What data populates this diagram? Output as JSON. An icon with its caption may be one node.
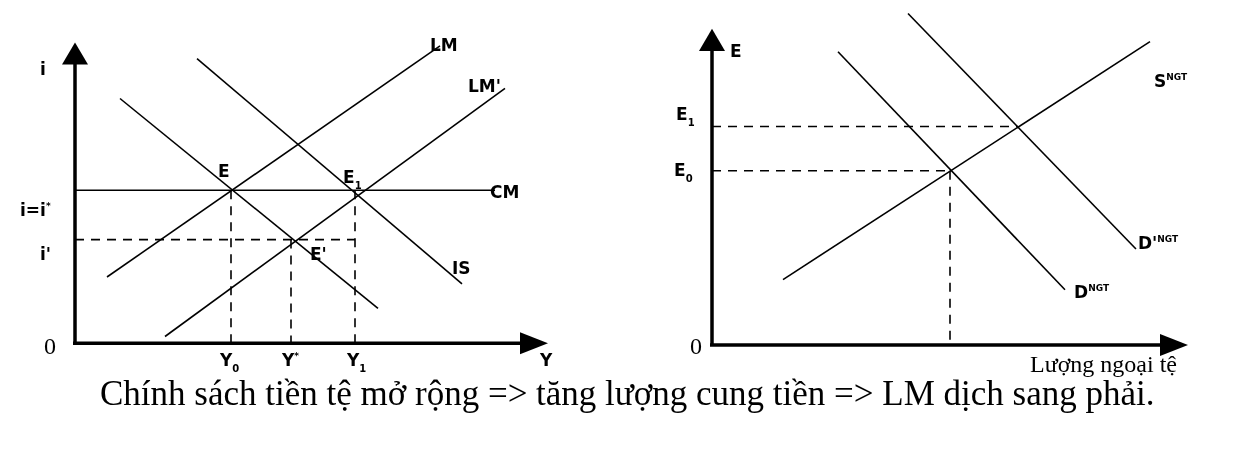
{
  "diagram": {
    "labels": [
      "i",
      "LM",
      "LM'",
      "i=i$^{*}$",
      "E",
      "E$_{1}$",
      "CM",
      "i'",
      "E'",
      "IS",
      "0",
      "Y$_{0}$",
      "Y$^{*}$",
      "Y$_{1}$",
      "Y",
      "E",
      "E$_{1}$",
      "E$_{0}$",
      "S$^{NGT}$",
      "D'$^{NGT}$",
      "D$^{NGT}$",
      "0",
      "Lượng ngoại tệ",
      "Chính sách tiền tệ mở rộng => tăng lượng cung tiền => LM dịch sang phải."
    ]
  }
}
